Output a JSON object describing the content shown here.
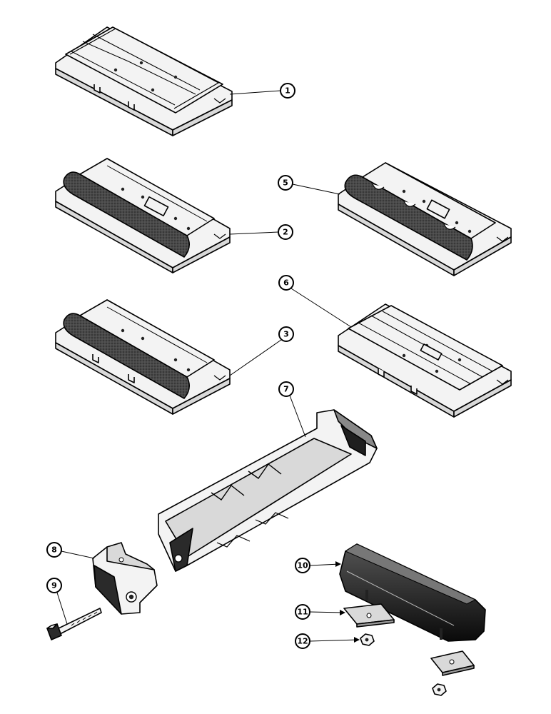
{
  "diagram": {
    "callouts": [
      {
        "id": "1",
        "label": "1"
      },
      {
        "id": "2",
        "label": "2"
      },
      {
        "id": "3",
        "label": "3"
      },
      {
        "id": "5",
        "label": "5"
      },
      {
        "id": "6",
        "label": "6"
      },
      {
        "id": "7",
        "label": "7"
      },
      {
        "id": "8",
        "label": "8"
      },
      {
        "id": "9",
        "label": "9"
      },
      {
        "id": "10",
        "label": "10"
      },
      {
        "id": "11",
        "label": "11"
      },
      {
        "id": "12",
        "label": "12"
      }
    ],
    "parts": [
      {
        "callout": "1",
        "name": "grouser-shoe-triple-bar-icon"
      },
      {
        "callout": "2",
        "name": "flat-shoe-with-rubber-icon"
      },
      {
        "callout": "3",
        "name": "grouser-shoe-with-rubber-icon"
      },
      {
        "callout": "5",
        "name": "notched-shoe-with-rubber-icon"
      },
      {
        "callout": "6",
        "name": "double-grouser-shoe-icon"
      },
      {
        "callout": "7",
        "name": "shoe-rubber-channel-icon"
      },
      {
        "callout": "8",
        "name": "end-block-icon"
      },
      {
        "callout": "9",
        "name": "bolt-icon"
      },
      {
        "callout": "10",
        "name": "rubber-pad-icon"
      },
      {
        "callout": "11",
        "name": "plate-icon"
      },
      {
        "callout": "12",
        "name": "nut-icon"
      }
    ]
  }
}
